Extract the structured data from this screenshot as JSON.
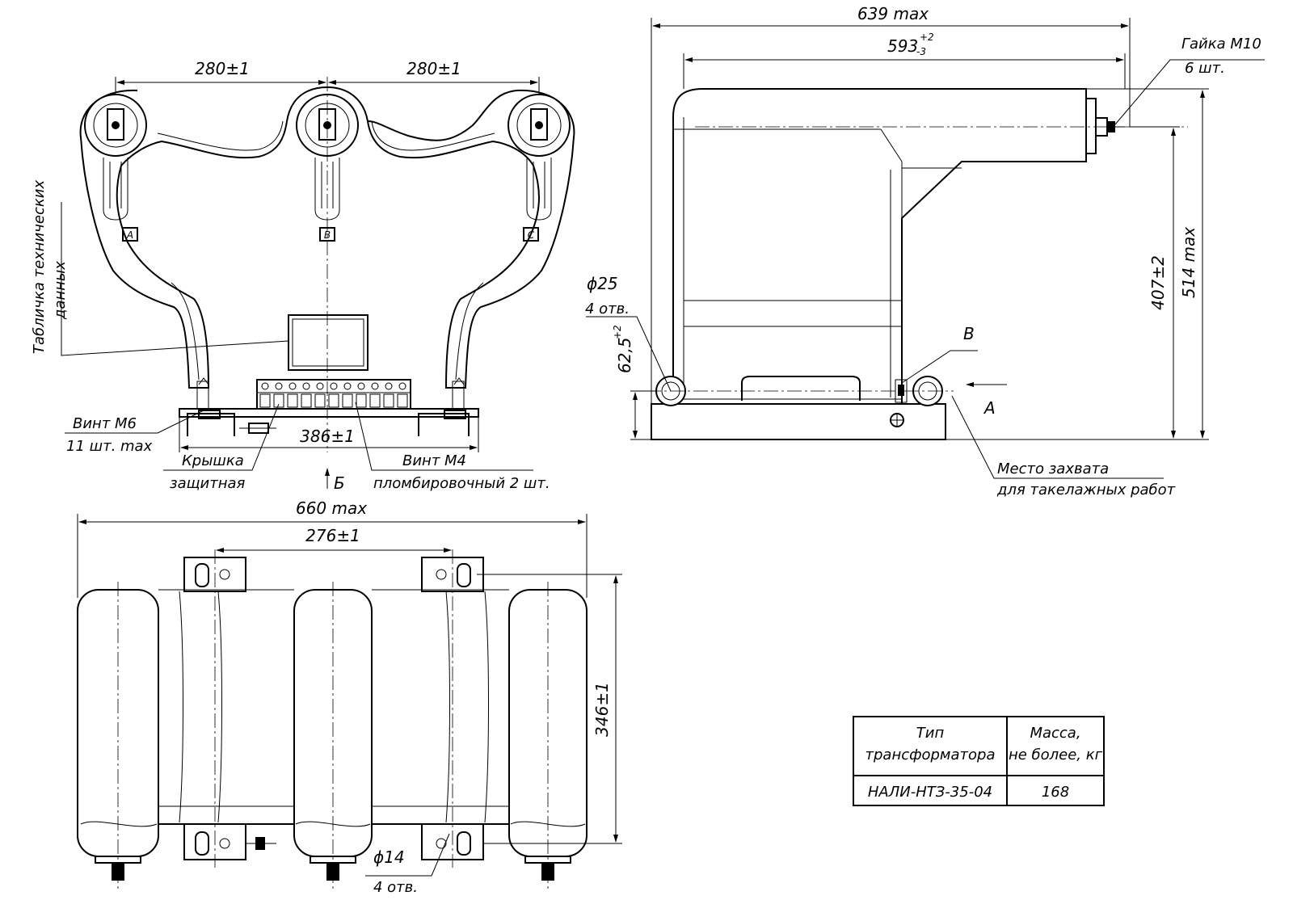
{
  "front_view": {
    "dim_pitch_left": "280±1",
    "dim_pitch_right": "280±1",
    "dim_base_width": "386±1",
    "phase_labels": [
      "A",
      "B",
      "C"
    ],
    "label_nameplate_line1": "Табличка технических",
    "label_nameplate_line2": "данных",
    "label_screw_m6_line1": "Винт М6",
    "label_screw_m6_line2": "11 шт. max",
    "label_cover_line1": "Крышка",
    "label_cover_line2": "защитная",
    "label_screw_m4_line1": "Винт М4",
    "label_screw_m4_line2": "пломбировочный 2 шт.",
    "view_arrow_label": "Б"
  },
  "side_view": {
    "dim_overall_length": "639 max",
    "dim_body_length_base": "593",
    "dim_body_length_tol_upper": "+2",
    "dim_body_length_tol_lower": "-3",
    "label_nut_line1": "Гайка М10",
    "label_nut_line2": "6 шт.",
    "label_hole_dia": "ϕ25",
    "label_hole_count": "4 отв.",
    "dim_hole_height_base": "62,5",
    "dim_hole_height_tol": "+2",
    "dim_terminal_height": "407±2",
    "dim_overall_height": "514 max",
    "view_label_v": "В",
    "view_label_a": "А",
    "label_lifting_line1": "Место захвата",
    "label_lifting_line2": "для такелажных работ"
  },
  "top_view": {
    "dim_overall_width": "660 max",
    "dim_mount_spacing": "276±1",
    "dim_depth": "346±1",
    "label_hole_dia": "ϕ14",
    "label_hole_count": "4 отв."
  },
  "spec_table": {
    "header_type_line1": "Тип",
    "header_type_line2": "трансформатора",
    "header_mass_line1": "Масса,",
    "header_mass_line2": "не более, кг",
    "row_type": "НАЛИ-НТЗ-35-04",
    "row_mass": "168"
  }
}
